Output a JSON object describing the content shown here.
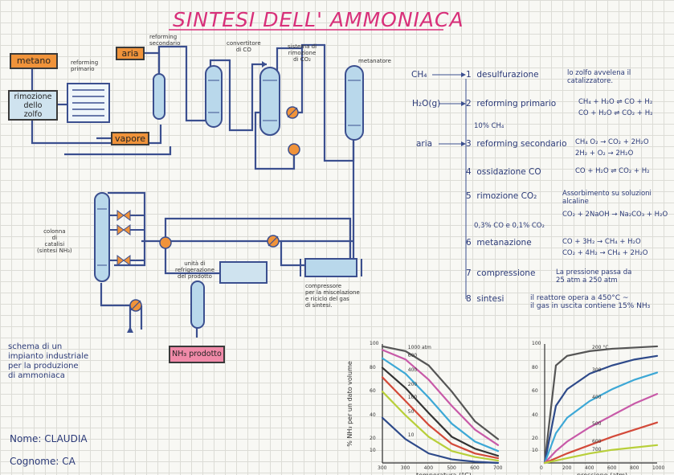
{
  "title": "SINTESI DELL' AMMONIACA",
  "tags": {
    "metano": "metano",
    "rimozione_zolfo": [
      "rimozione",
      "dello",
      "zolfo"
    ],
    "aria": "aria",
    "vapore": "vapore",
    "nh3_prodotto": "NH₃ prodotto"
  },
  "labels": {
    "reforming_primario": [
      "reforming",
      "primario"
    ],
    "reforming_secondario": [
      "reforming",
      "secondario"
    ],
    "convertitore": [
      "convertitore",
      "di CO"
    ],
    "sistema_rimozione": [
      "sistema di",
      "rimozione",
      "di CO₂"
    ],
    "metanatore": "metanatore",
    "colonna": [
      "colonna",
      "di",
      "catalisi",
      "(sintesi NH₃)"
    ],
    "refrigerazione": [
      "unità di",
      "refrigerazione",
      "del prodotto"
    ],
    "compressore": [
      "compressore",
      "per la miscelazione",
      "e riciclo del gas",
      "di sintesi."
    ]
  },
  "schema_caption": [
    "schema di un",
    "impianto industriale",
    "per la produzione",
    "di ammoniaca"
  ],
  "name_line": "Nome: CLAUDIA",
  "surname_line": "Cognome: CA",
  "inputs": {
    "ch4": "CH₄",
    "h2o": "H₂O(g)",
    "aria": "aria"
  },
  "steps": [
    {
      "num": "1",
      "name": "desulfurazione"
    },
    {
      "num": "2",
      "name": "reforming primario"
    },
    {
      "num": "3",
      "name": "reforming secondario"
    },
    {
      "num": "4",
      "name": "ossidazione CO"
    },
    {
      "num": "5",
      "name": "rimozione CO₂"
    },
    {
      "num": "6",
      "name": "metanazione"
    },
    {
      "num": "7",
      "name": "compressione"
    },
    {
      "num": "8",
      "name": "sintesi"
    }
  ],
  "notes": {
    "zolfo": [
      "lo zolfo avvelena il",
      "catalizzatore."
    ],
    "ch4_10": "10% CH₄",
    "co_co2": "0,3% CO e 0,1% CO₂",
    "assorbimento": [
      "Assorbimento su soluzioni",
      "alcaline"
    ],
    "pressione": [
      "La pressione passa da",
      "25 atm a 250 atm"
    ],
    "reattore": [
      "il reattore opera a 450°C ~",
      "il gas in uscita contiene 15% NH₃"
    ]
  },
  "equations": {
    "rp1": "CH₄ + H₂O ⇌ CO + H₂",
    "rp2": "CO + H₂O ⇌ CO₂ + H₂",
    "rs1": "CH₄   O₂ → CO₂ + 2H₂O",
    "rs2": "2H₂ + O₂ → 2H₂O",
    "ox": "CO + H₂O ⇌ CO₂ + H₂",
    "rm": "CO₂ + 2NaOH → Na₂CO₃ + H₂O",
    "mt1": "CO + 3H₂ → CH₄ + H₂O",
    "mt2": "CO₂ + 4H₂ → CH₄ + 2H₂O"
  },
  "chart_data": [
    {
      "type": "line",
      "xlabel": "temperatura (°C)",
      "ylabel": "% NH₃ per un dato volume",
      "x_ticks": [
        300,
        400,
        500,
        600,
        700
      ],
      "x_tick_labels": [
        "300",
        "300",
        "400",
        "500",
        "600",
        "700"
      ],
      "y_ticks": [
        10,
        20,
        40,
        60,
        80,
        100
      ],
      "xlim": [
        200,
        700
      ],
      "ylim": [
        0,
        100
      ],
      "series": [
        {
          "name": "1000 atm",
          "color": "#555555",
          "x": [
            200,
            300,
            400,
            500,
            600,
            700
          ],
          "values": [
            98,
            94,
            82,
            60,
            35,
            20
          ]
        },
        {
          "name": "600",
          "color": "#c85aa8",
          "x": [
            200,
            300,
            400,
            500,
            600,
            700
          ],
          "values": [
            95,
            87,
            70,
            48,
            28,
            15
          ]
        },
        {
          "name": "400",
          "color": "#3da8d6",
          "x": [
            200,
            300,
            400,
            500,
            600,
            700
          ],
          "values": [
            88,
            75,
            55,
            33,
            18,
            10
          ]
        },
        {
          "name": "200",
          "color": "#333333",
          "x": [
            200,
            300,
            400,
            500,
            600,
            700
          ],
          "values": [
            80,
            63,
            42,
            22,
            12,
            6
          ]
        },
        {
          "name": "100",
          "color": "#d34a3a",
          "x": [
            200,
            300,
            400,
            500,
            600,
            700
          ],
          "values": [
            72,
            52,
            32,
            16,
            8,
            4
          ]
        },
        {
          "name": "50",
          "color": "#b8cf3a",
          "x": [
            200,
            300,
            400,
            500,
            600,
            700
          ],
          "values": [
            60,
            40,
            22,
            10,
            5,
            2
          ]
        },
        {
          "name": "10",
          "color": "#2e4a8a",
          "x": [
            200,
            300,
            400,
            500,
            600,
            700
          ],
          "values": [
            38,
            20,
            8,
            3,
            1,
            0
          ]
        }
      ]
    },
    {
      "type": "line",
      "xlabel": "pressione (atm)",
      "ylabel": "",
      "x_ticks": [
        0,
        200,
        400,
        600,
        800,
        1000
      ],
      "y_ticks": [
        10,
        20,
        40,
        60,
        80,
        100
      ],
      "xlim": [
        0,
        1000
      ],
      "ylim": [
        0,
        100
      ],
      "series": [
        {
          "name": "200 °C",
          "color": "#555555",
          "x": [
            0,
            100,
            200,
            400,
            600,
            800,
            1000
          ],
          "values": [
            0,
            82,
            90,
            94,
            96,
            97,
            98
          ]
        },
        {
          "name": "300",
          "color": "#2e4a8a",
          "x": [
            0,
            100,
            200,
            400,
            600,
            800,
            1000
          ],
          "values": [
            0,
            48,
            62,
            75,
            82,
            87,
            90
          ]
        },
        {
          "name": "400",
          "color": "#3da8d6",
          "x": [
            0,
            100,
            200,
            400,
            600,
            800,
            1000
          ],
          "values": [
            0,
            25,
            38,
            52,
            62,
            70,
            76
          ]
        },
        {
          "name": "500",
          "color": "#c85aa8",
          "x": [
            0,
            100,
            200,
            400,
            600,
            800,
            1000
          ],
          "values": [
            0,
            10,
            18,
            30,
            40,
            50,
            58
          ]
        },
        {
          "name": "600",
          "color": "#d34a3a",
          "x": [
            0,
            100,
            200,
            400,
            600,
            800,
            1000
          ],
          "values": [
            0,
            4,
            8,
            15,
            22,
            28,
            34
          ]
        },
        {
          "name": "700",
          "color": "#b8cf3a",
          "x": [
            0,
            100,
            200,
            400,
            600,
            800,
            1000
          ],
          "values": [
            0,
            2,
            4,
            8,
            11,
            13,
            15
          ]
        }
      ]
    }
  ]
}
